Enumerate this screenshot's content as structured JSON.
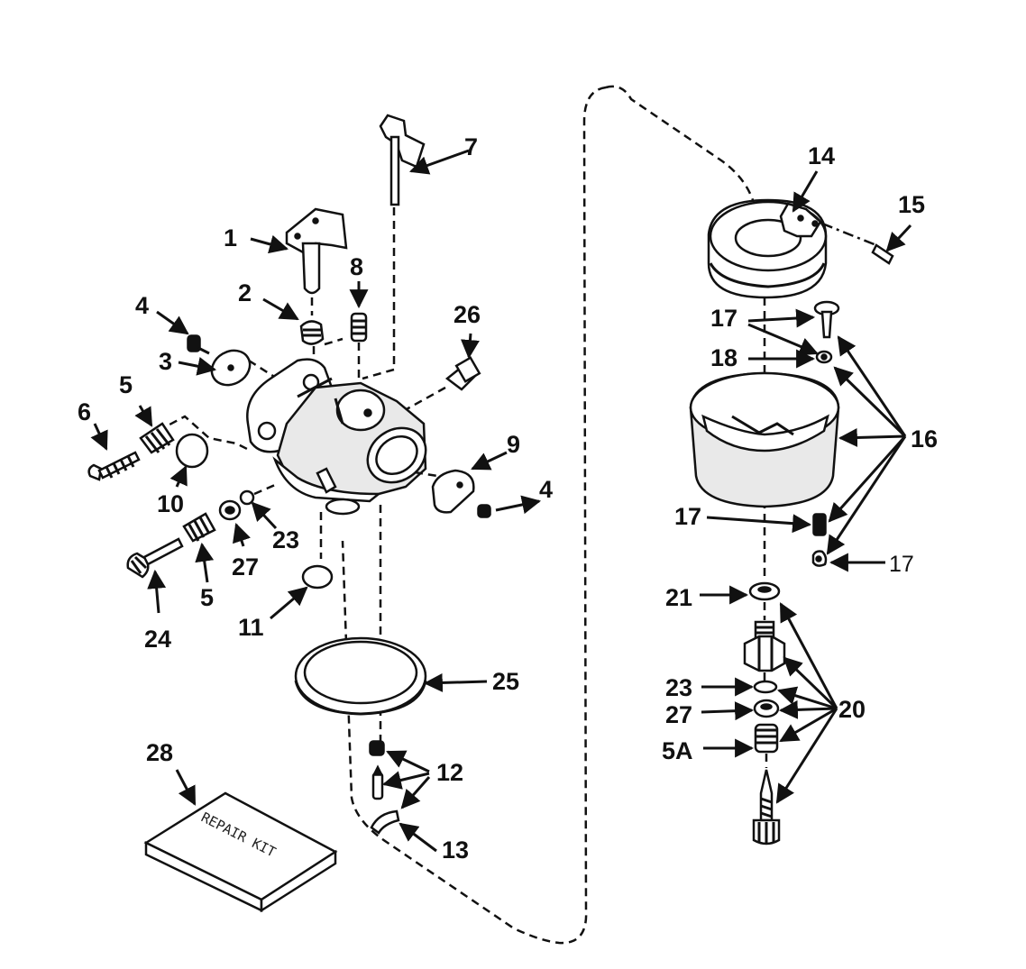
{
  "labels": {
    "l1": "1",
    "l2": "2",
    "l3": "3",
    "l4a": "4",
    "l4b": "4",
    "l5a": "5",
    "l5b": "5",
    "l5A": "5A",
    "l6": "6",
    "l7": "7",
    "l8": "8",
    "l9": "9",
    "l10": "10",
    "l11": "11",
    "l12": "12",
    "l13": "13",
    "l14": "14",
    "l15": "15",
    "l16": "16",
    "l17a": "17",
    "l17b": "17",
    "l17c": "17",
    "l18": "18",
    "l20": "20",
    "l21": "21",
    "l23a": "23",
    "l23b": "23",
    "l24": "24",
    "l25": "25",
    "l26": "26",
    "l27a": "27",
    "l27b": "27",
    "l28": "28"
  },
  "repair_kit_text": "REPAIR KIT",
  "colors": {
    "ink": "#111111",
    "paper": "#ffffff"
  }
}
